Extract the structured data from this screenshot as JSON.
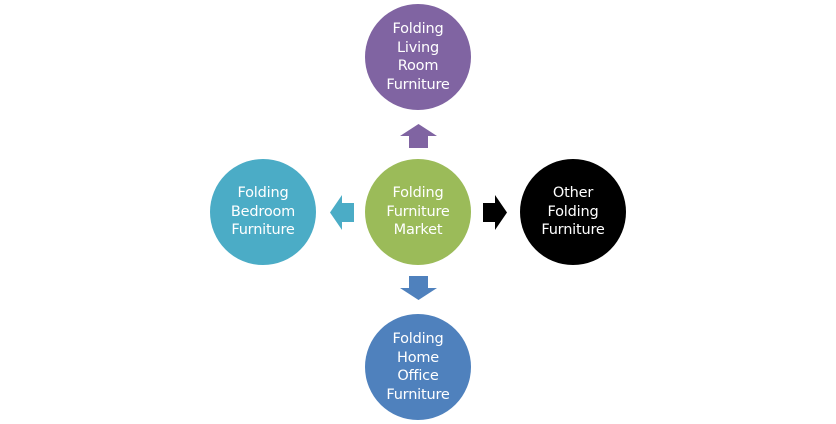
{
  "diagram": {
    "type": "radial-hub",
    "center": {
      "id": "market",
      "label": "Folding\nFurniture\nMarket",
      "color": "#9BBB59"
    },
    "branches": [
      {
        "id": "living-room",
        "direction": "up",
        "label": "Folding\nLiving\nRoom\nFurniture",
        "color": "#8064A2",
        "arrow_color": "#8064A2"
      },
      {
        "id": "bedroom",
        "direction": "left",
        "label": "Folding\nBedroom\nFurniture",
        "color": "#4BACC6",
        "arrow_color": "#4BACC6"
      },
      {
        "id": "other",
        "direction": "right",
        "label": "Other\nFolding\nFurniture",
        "color": "#000000",
        "arrow_color": "#000000"
      },
      {
        "id": "home-office",
        "direction": "down",
        "label": "Folding\nHome\nOffice\nFurniture",
        "color": "#4F81BD",
        "arrow_color": "#4F81BD"
      }
    ]
  }
}
